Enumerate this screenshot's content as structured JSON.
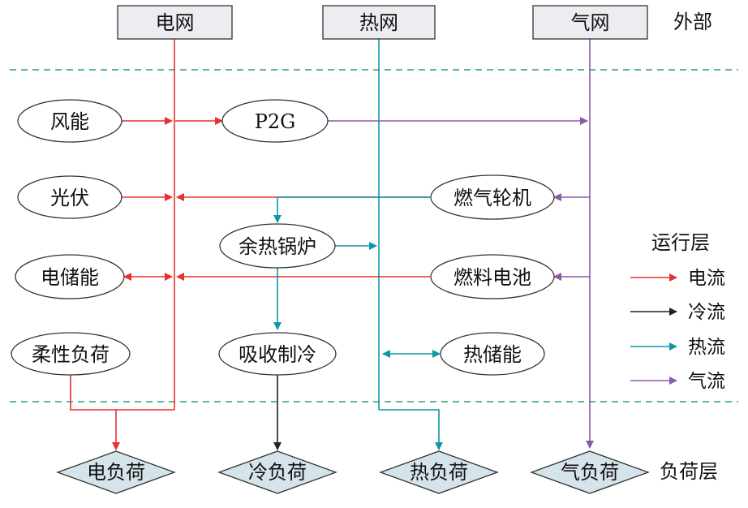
{
  "colors": {
    "electric": "#e8312f",
    "cold": "#222222",
    "heat": "#0f97a8",
    "gas": "#8a5aa8",
    "separator": "#2aa178",
    "box_fill": "#ecedf1",
    "diamond_fill": "#d5e3ea"
  },
  "networks": {
    "power": "电网",
    "heat": "热网",
    "gas": "气网"
  },
  "layers": {
    "external": "外部",
    "operation": "运行层",
    "load": "负荷层"
  },
  "units": {
    "wind": "风能",
    "p2g": "P2G",
    "pv": "光伏",
    "gas_turbine": "燃气轮机",
    "waste_heat_boiler": "余热锅炉",
    "electric_storage": "电储能",
    "fuel_cell": "燃料电池",
    "flexible_load": "柔性负荷",
    "absorption_chiller": "吸收制冷",
    "heat_storage": "热储能"
  },
  "loads": {
    "electric": "电负荷",
    "cold": "冷负荷",
    "heat": "热负荷",
    "gas": "气负荷"
  },
  "legend": {
    "electric": "电流",
    "cold": "冷流",
    "heat": "热流",
    "gas": "气流"
  }
}
